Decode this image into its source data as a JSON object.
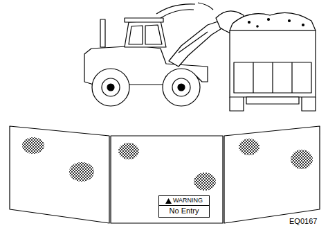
{
  "diagram": {
    "nodes": [
      {
        "text": [
          "WARNING",
          "No Entry"
        ]
      }
    ],
    "labels": [
      "EQ0167"
    ]
  }
}
